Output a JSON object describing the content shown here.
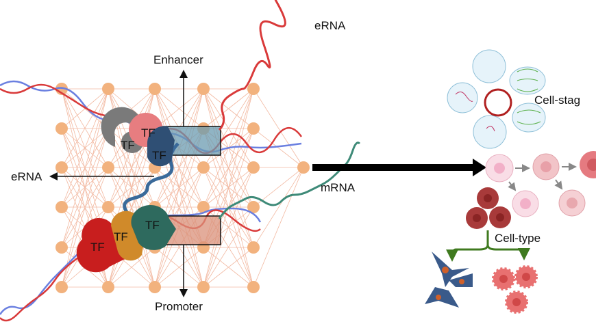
{
  "labels": {
    "erna_top": "eRNA",
    "enhancer": "Enhancer",
    "erna_left": "eRNA",
    "mrna": "mRNA",
    "promoter": "Promoter",
    "cell_stage": "Cell-stag",
    "cell_type": "Cell-type",
    "tf": "TF"
  },
  "colors": {
    "node": "#f2b27e",
    "edge": "#f2b8a0",
    "erna": "#d93a3a",
    "mrna": "#3e8a78",
    "dna_blue": "#6a7fe0",
    "tf_gray": "#7a7a7a",
    "tf_pink": "#e77d80",
    "tf_navy": "#2f4f74",
    "tf_red": "#c81e1e",
    "tf_orange": "#d08a2a",
    "tf_teal": "#2e6a5e",
    "enhancer_box": "#6b9bb0",
    "promoter_box": "#d9907a",
    "branch": "#3f7a1f"
  }
}
